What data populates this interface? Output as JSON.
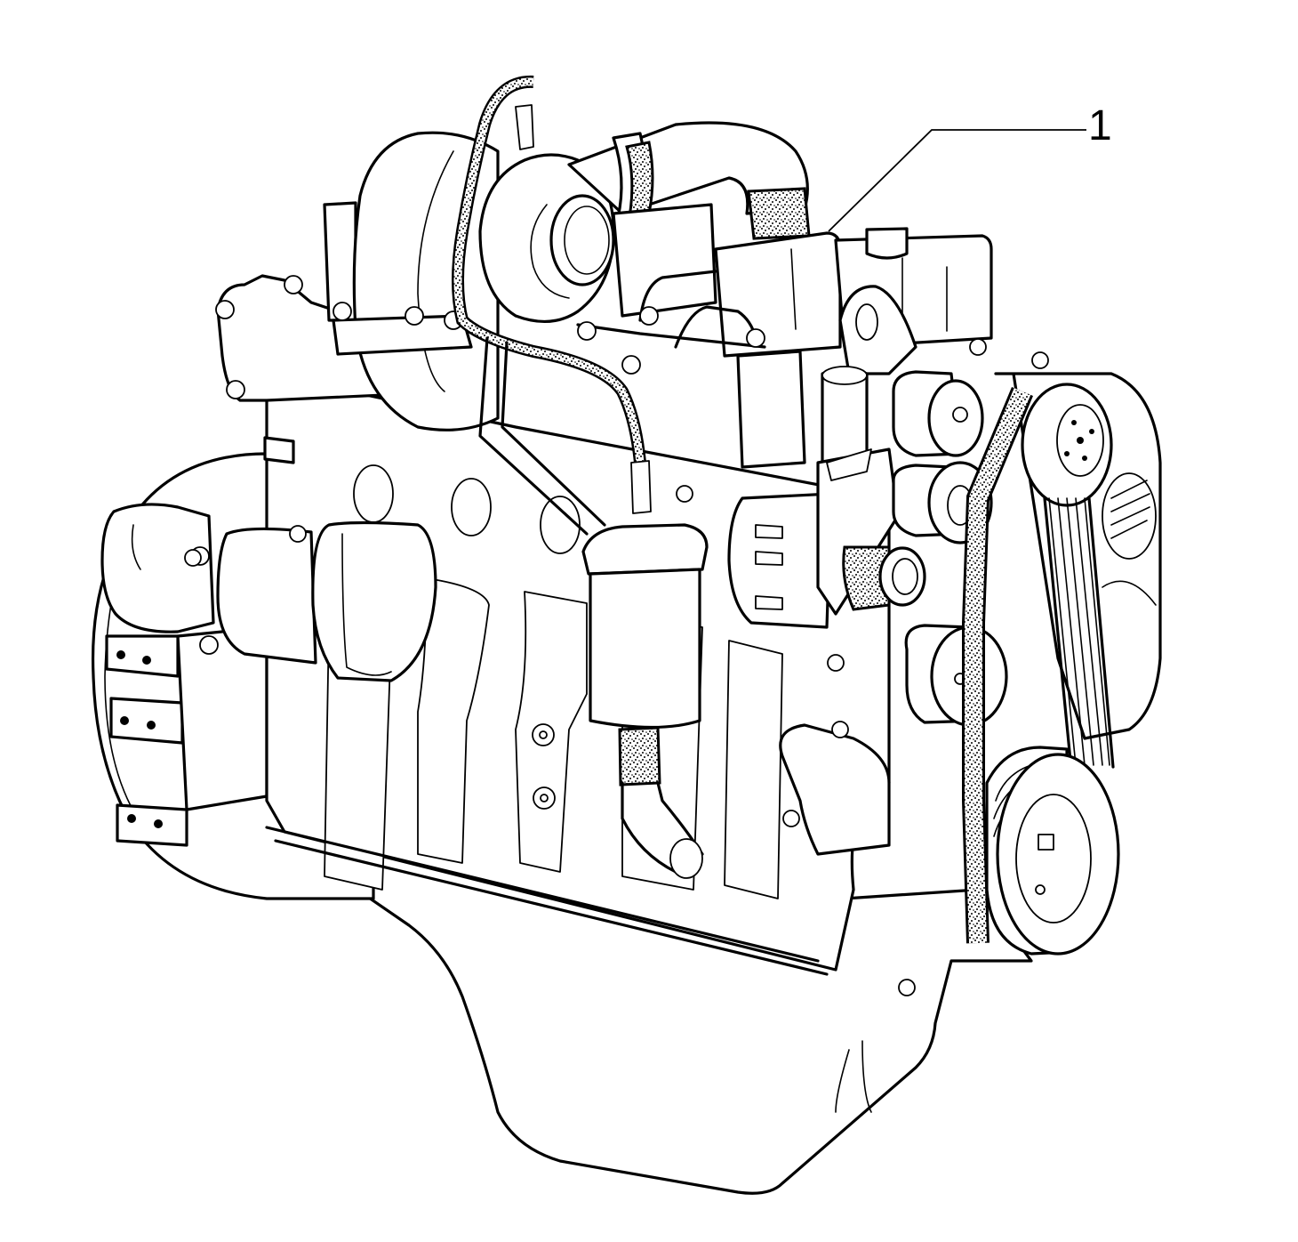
{
  "diagram": {
    "type": "exploded-parts-illustration",
    "subject": "engine assembly",
    "callouts": [
      {
        "label": "1",
        "target": "engine-assembly"
      }
    ],
    "colors": {
      "background": "#ffffff",
      "line": "#000000"
    }
  },
  "components": [
    {
      "name": "turbocharger"
    },
    {
      "name": "exhaust-manifold"
    },
    {
      "name": "rocker-covers"
    },
    {
      "name": "fuel-injection-lines"
    },
    {
      "name": "oil-filler-cap"
    },
    {
      "name": "lift-eye"
    },
    {
      "name": "alternator"
    },
    {
      "name": "water-pump-pulley"
    },
    {
      "name": "fan-pulley"
    },
    {
      "name": "belt-tensioner-pulley"
    },
    {
      "name": "crankshaft-pulley"
    },
    {
      "name": "drive-belt"
    },
    {
      "name": "fuel-filter"
    },
    {
      "name": "starter-motor"
    },
    {
      "name": "flywheel-housing"
    },
    {
      "name": "cylinder-block"
    },
    {
      "name": "oil-pan"
    },
    {
      "name": "timing-cover"
    }
  ]
}
